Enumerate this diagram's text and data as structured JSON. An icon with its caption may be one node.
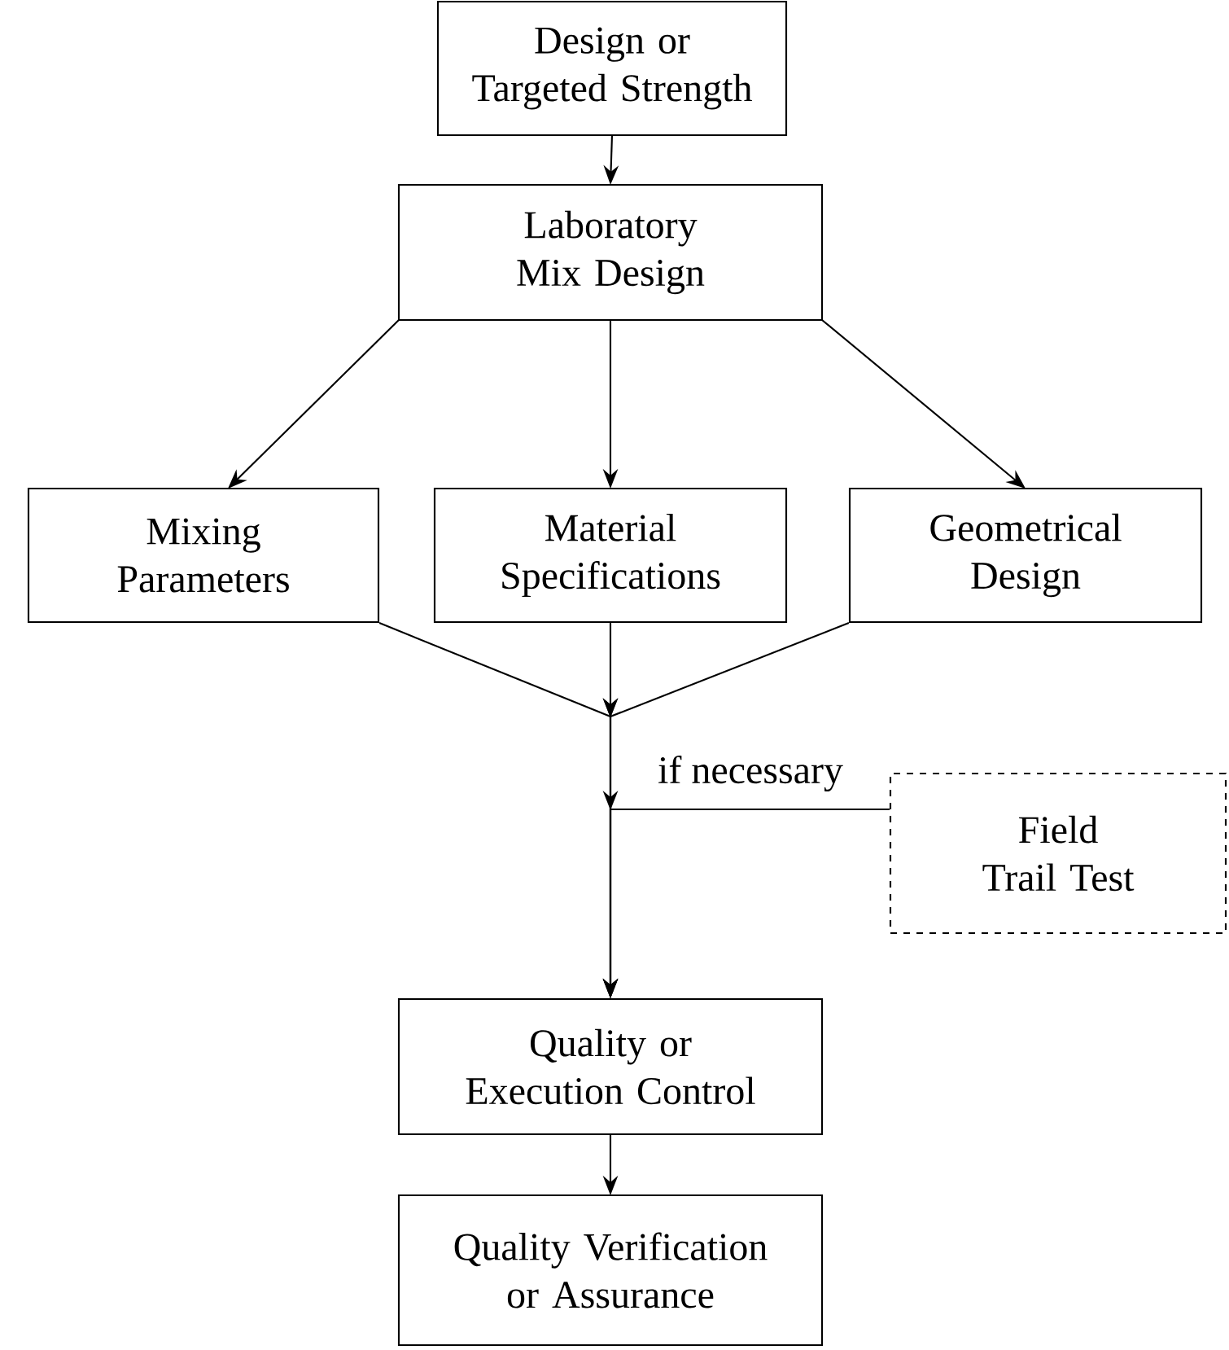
{
  "diagram": {
    "nodes": [
      {
        "text": [
          "Design or Targeted Strength"
        ]
      },
      {
        "text": [
          "Laboratory Mix Design"
        ]
      },
      {
        "text": [
          "Mixing Parameters"
        ]
      },
      {
        "text": [
          "Material Specifications"
        ]
      },
      {
        "text": [
          "Geometrical Design"
        ]
      },
      {
        "text": [
          "Field Trail Test"
        ]
      },
      {
        "text": [
          "Quality or Execution Control"
        ]
      },
      {
        "text": [
          "Quality Verification or Assurance"
        ]
      }
    ],
    "edges": [
      {
        "from": 0,
        "to": 1,
        "arrow": "to"
      },
      {
        "from": 1,
        "to": 2,
        "arrow": "to"
      },
      {
        "from": 1,
        "to": 3,
        "arrow": "to"
      },
      {
        "from": 1,
        "to": 4,
        "arrow": "to"
      },
      {
        "from": 2,
        "to": 6,
        "arrow": "to"
      },
      {
        "from": 3,
        "to": 6,
        "arrow": "to"
      },
      {
        "from": 4,
        "to": 6,
        "arrow": "to"
      },
      {
        "from": 5,
        "to": 6,
        "arrow": "to",
        "label": "if necessary"
      },
      {
        "from": 6,
        "to": 7,
        "arrow": "to"
      }
    ]
  }
}
